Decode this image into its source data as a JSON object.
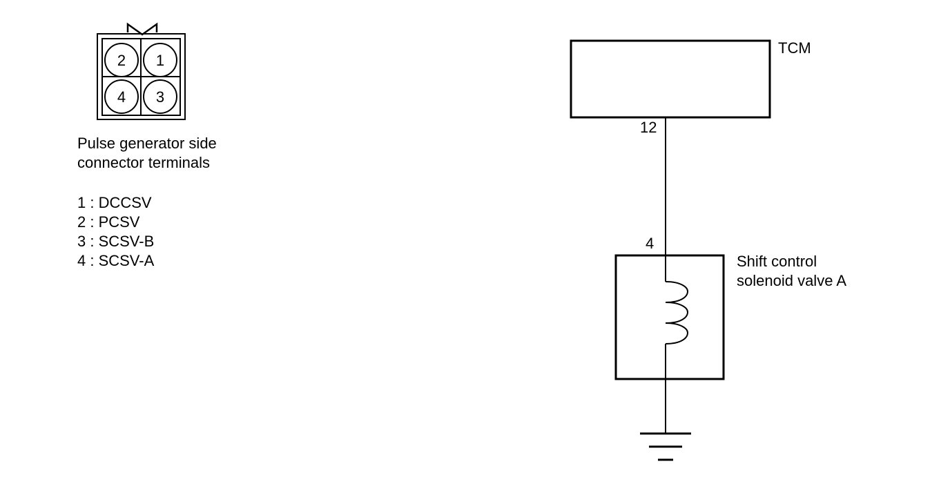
{
  "connector": {
    "pins": [
      {
        "number": "2"
      },
      {
        "number": "1"
      },
      {
        "number": "4"
      },
      {
        "number": "3"
      }
    ],
    "title_line1": "Pulse generator side",
    "title_line2": "connector terminals",
    "legend": [
      "1 : DCCSV",
      "2 : PCSV",
      "3 : SCSV-B",
      "4 : SCSV-A"
    ]
  },
  "circuit": {
    "module_label": "TCM",
    "module_terminal": "12",
    "solenoid_terminal": "4",
    "solenoid_label_line1": "Shift control",
    "solenoid_label_line2": "solenoid valve A"
  },
  "colors": {
    "line": "#000000",
    "background": "#ffffff"
  }
}
